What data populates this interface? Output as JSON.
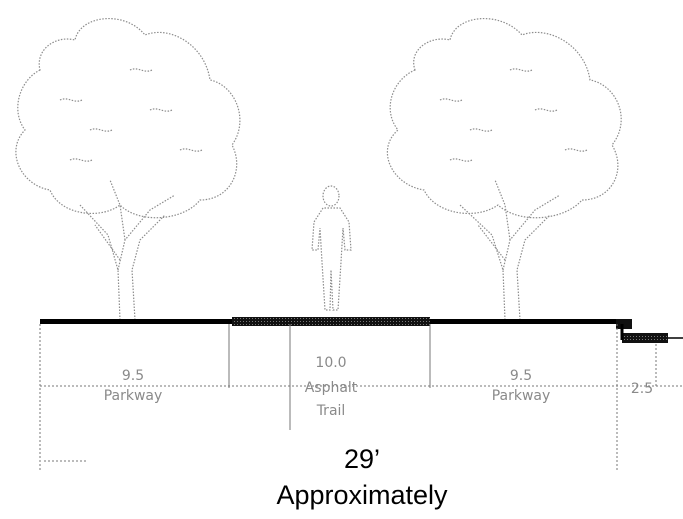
{
  "diagram": {
    "segments": [
      {
        "width": "9.5",
        "label": "Parkway"
      },
      {
        "width": "10.0",
        "label_line1": "Asphalt",
        "label_line2": "Trail"
      },
      {
        "width": "9.5",
        "label": "Parkway"
      },
      {
        "width": "2.5"
      }
    ],
    "total_width": "29’",
    "total_note": "Approximately"
  },
  "colors": {
    "line": "#000000",
    "sketch": "#8a8a8a",
    "background": "#ffffff"
  },
  "icons": [
    "tree-icon",
    "pedestrian-icon"
  ]
}
